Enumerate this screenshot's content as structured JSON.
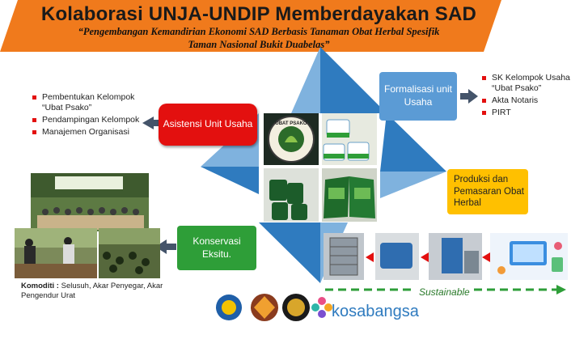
{
  "header": {
    "title": "Kolaborasi UNJA-UNDIP Memberdayakan SAD",
    "subtitle_line1": "“Pengembangan Kemandirian Ekonomi SAD Berbasis Tanaman Obat Herbal Spesifik",
    "subtitle_line2": "Taman Nasional Bukit Duabelas”"
  },
  "boxes": {
    "asistensi": "Asistensi Unit Usaha",
    "formalisasi": "Formalisasi unit Usaha",
    "produksi": "Produksi dan Pemasaran Obat Herbal",
    "konservasi": "Konservasi Eksitu."
  },
  "left_list": [
    "Pembentukan Kelompok “Ubat Psako”",
    "Pendampingan Kelompok",
    "Manajemen Organisasi"
  ],
  "right_list": [
    "SK Kelompok Usaha “Ubat Psako”",
    "Akta Notaris",
    "PIRT"
  ],
  "komoditi": {
    "label": "Komoditi :",
    "text": " Selusuh, Akar Penyegar, Akar Pengendur Urat"
  },
  "sustainable_label": "Sustainable",
  "sponsor_label": "kosabangsa",
  "logo_text": "UBAT PSAKO",
  "colors": {
    "banner": "#f07a1c",
    "asistensi": "#e3100f",
    "formalisasi": "#5b9bd5",
    "produksi": "#ffc000",
    "konservasi": "#2e9e38",
    "diamond": "#2f7bbf"
  }
}
